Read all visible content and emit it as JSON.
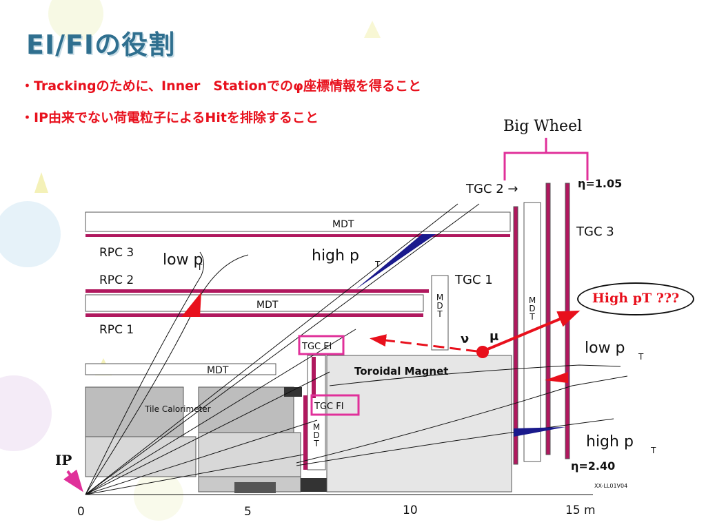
{
  "slide": {
    "title": "EI/FIの役割",
    "bullets": [
      "・Trackingのために、Inner　Stationでのφ座標情報を得ること",
      "・IP由来でない荷電粒子によるHitを排除すること"
    ]
  },
  "diagram": {
    "big_wheel": "Big Wheel",
    "eta_top": "η=1.05",
    "eta_bottom": "η=2.40",
    "high_pt_question": "High pT ???",
    "ip": "IP",
    "nu": "ν",
    "mu": "μ",
    "toroidal_magnet": "Toroidal Magnet",
    "tile_calorimeter": "Tile Calorimeter",
    "tgc2": "TGC 2 →",
    "tgc3": "TGC 3",
    "tgc1": "TGC 1",
    "tgc_ei": "TGC EI",
    "tgc_fi": "TGC FI",
    "rpc1": "RPC 1",
    "rpc2": "RPC 2",
    "rpc3": "RPC 3",
    "mdt": "MDT",
    "low_pt": "low p",
    "high_pt": "high p",
    "subscript_t": "T",
    "axis_ticks": [
      "0",
      "5",
      "10",
      "15 m"
    ],
    "code": "XX-LL01V04"
  },
  "colors": {
    "title": "#2f6f8f",
    "bullet_text": "#e8101c",
    "chamber_magenta": "#b0185e",
    "callout_box": "#e0309a",
    "arrow_red": "#e8101c",
    "high_pt_triangle": "#1a1a8c"
  }
}
